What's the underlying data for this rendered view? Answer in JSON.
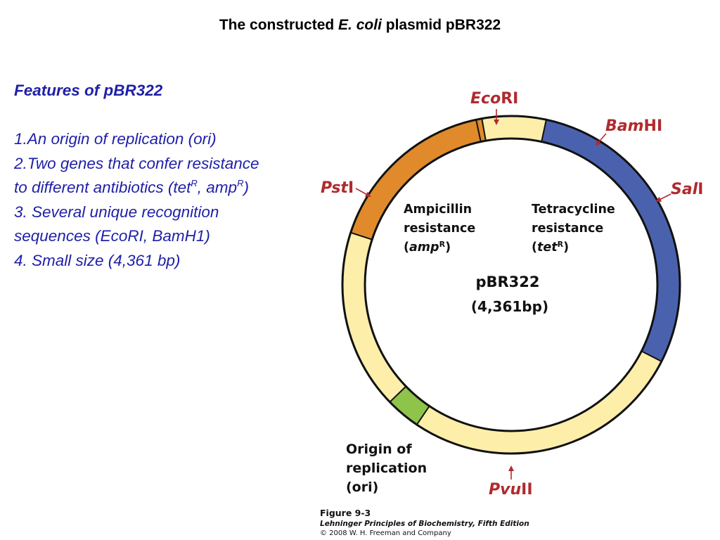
{
  "title": {
    "prefix": "The constructed ",
    "italic": "E. coli",
    "suffix": " plasmid pBR322"
  },
  "features": {
    "heading": "Features of pBR322",
    "item1": "1.An origin of replication (ori)",
    "item2": "2.Two genes that confer resistance",
    "item2b_prefix": "to different antibiotics (tet",
    "item2b_sup1": "R",
    "item2b_mid": ", amp",
    "item2b_sup2": "R",
    "item2b_suffix": ")",
    "item3": "3. Several unique recognition",
    "item3b": "sequences (EcoRI, BamH1)",
    "item4": "4. Small size (4,361 bp)"
  },
  "plasmid": {
    "name": "pBR322",
    "size": "(4,361bp)",
    "colors": {
      "amp": "#e08a2c",
      "tet": "#4a62ae",
      "ori": "#8dc449",
      "backbone": "#fdeeaa",
      "outline": "#111111",
      "site_label": "#b02a2e"
    },
    "amp_label": {
      "line1": "Ampicillin",
      "line2": "resistance",
      "open": "(",
      "gene": "amp",
      "sup": "R",
      "close": ")"
    },
    "tet_label": {
      "line1": "Tetracycline",
      "line2": "resistance",
      "open": "(",
      "gene": "tet",
      "sup": "R",
      "close": ")"
    },
    "ori_label": {
      "line1": "Origin of",
      "line2": "replication",
      "line3": "(ori)"
    },
    "sites": {
      "ecori": {
        "italic": "Eco",
        "roman": "RI"
      },
      "bamhi": {
        "italic": "Bam",
        "roman": "HI"
      },
      "sali": {
        "italic": "Sal",
        "roman": "I"
      },
      "psti": {
        "italic": "Pst",
        "roman": "I"
      },
      "pvuii": {
        "italic": "Pvu",
        "roman": "II"
      }
    }
  },
  "caption": {
    "figure": "Figure 9-3",
    "book": "Lehninger Principles of Biochemistry, Fifth Edition",
    "copyright": "© 2008 W. H. Freeman and Company"
  }
}
